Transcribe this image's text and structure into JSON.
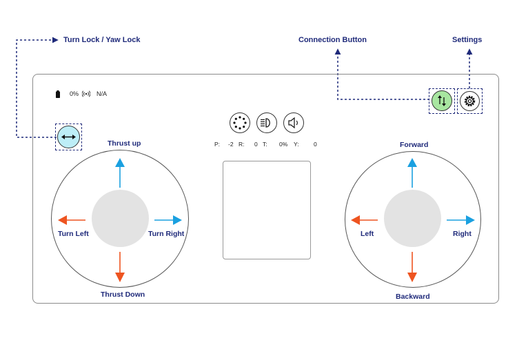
{
  "callouts": {
    "turn_lock": "Turn Lock / Yaw Lock",
    "connection": "Connection Button",
    "settings": "Settings"
  },
  "status": {
    "battery": "0%",
    "signal": "N/A",
    "battery_icon": "battery-icon",
    "signal_icon": "signal-icon"
  },
  "readouts": {
    "p_label": "P:",
    "p_value": "-2",
    "r_label": "R:",
    "r_value": "0",
    "t_label": "T:",
    "t_value": "0%",
    "y_label": "Y:",
    "y_value": "0"
  },
  "toolbar_icons": [
    "lights-ring-icon",
    "headlight-icon",
    "speaker-icon"
  ],
  "left_joystick": {
    "up": "Thrust up",
    "down": "Thrust Down",
    "left": "Turn Left",
    "right": "Turn Right"
  },
  "right_joystick": {
    "up": "Forward",
    "down": "Backward",
    "left": "Left",
    "right": "Right"
  },
  "colors": {
    "annotation": "#1f2a7a",
    "arrow_blue": "#1aa0e0",
    "arrow_orange": "#ee5420",
    "connection_green": "#a8e6a0",
    "lock_cyan": "#bdeef7",
    "knob_gray": "#e3e3e3"
  }
}
